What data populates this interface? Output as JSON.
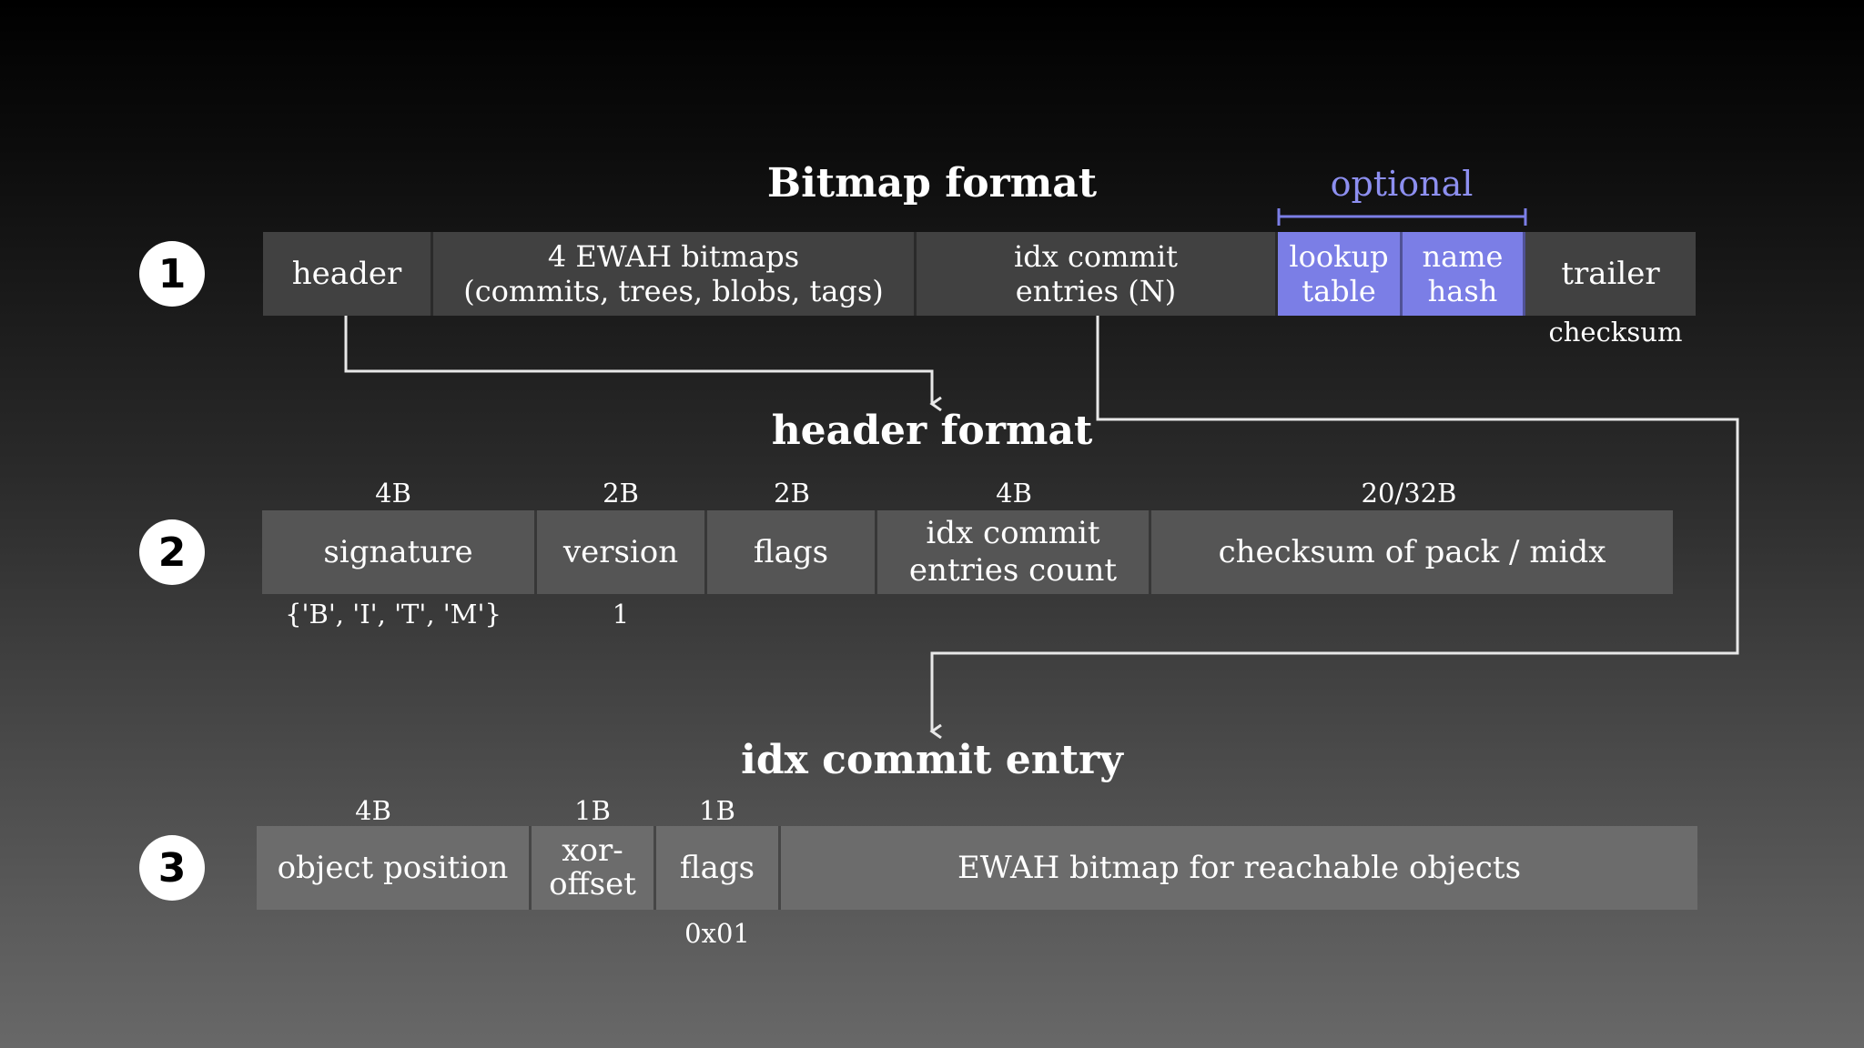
{
  "titles": {
    "bitmap_format": "Bitmap format",
    "header_format": "header format",
    "idx_commit_entry": "idx commit entry"
  },
  "optional_label": "optional",
  "badges": [
    "1",
    "2",
    "3"
  ],
  "row1": {
    "cells": [
      "header",
      "4 EWAH bitmaps\n(commits, trees, blobs, tags)",
      "idx commit\nentries (N)",
      "lookup\ntable",
      "name\nhash",
      "trailer"
    ],
    "trailer_note": "checksum"
  },
  "row2": {
    "sizes": [
      "4B",
      "2B",
      "2B",
      "4B",
      "20/32B"
    ],
    "cells": [
      "signature",
      "version",
      "flags",
      "idx commit\nentries count",
      "checksum of pack / midx"
    ],
    "notes": [
      "{'B', 'I', 'T', 'M'}",
      "1"
    ]
  },
  "row3": {
    "sizes": [
      "4B",
      "1B",
      "1B"
    ],
    "cells": [
      "object position",
      "xor-\noffset",
      "flags",
      "EWAH bitmap for reachable objects"
    ],
    "notes": [
      "0x01"
    ]
  },
  "colors": {
    "optional_fill": "#7b7ee6",
    "optional_text": "#8d8ff0"
  }
}
